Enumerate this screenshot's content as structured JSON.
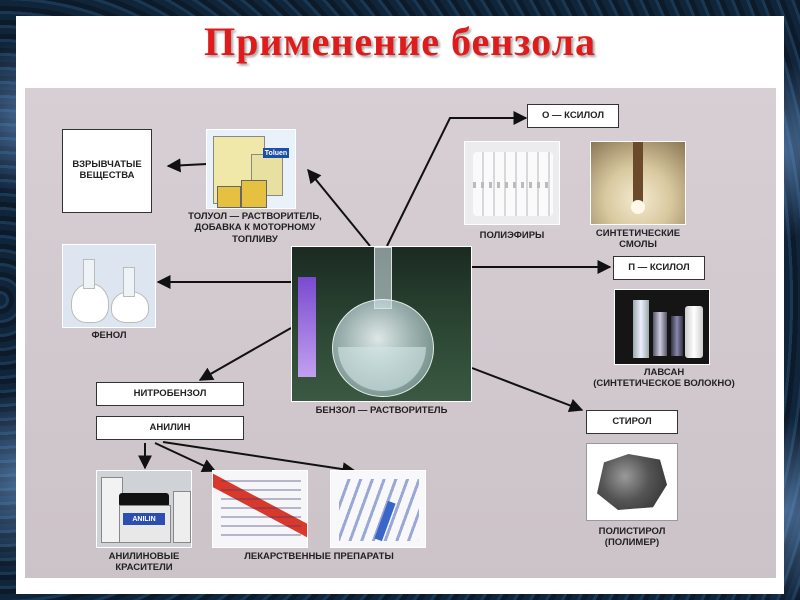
{
  "title": "Применение бензола",
  "center": {
    "label": "БЕНЗОЛ — РАСТВОРИТЕЛЬ"
  },
  "explosives": {
    "label": "ВЗРЫВЧАТЫЕ ВЕЩЕСТВА"
  },
  "toluene": {
    "label_lines": [
      "ТОЛУОЛ — РАСТВОРИТЕЛЬ,",
      "ДОБАВКА К МОТОРНОМУ",
      "ТОПЛИВУ"
    ],
    "can_text": "Toluen"
  },
  "o_xylene": {
    "label": "О — КСИЛОЛ"
  },
  "polyesters": {
    "label": "ПОЛИЭФИРЫ"
  },
  "resins": {
    "label_lines": [
      "СИНТЕТИЧЕСКИЕ",
      "СМОЛЫ"
    ]
  },
  "phenol": {
    "label": "ФЕНОЛ"
  },
  "p_xylene": {
    "label": "П — КСИЛОЛ"
  },
  "lavsan": {
    "label_lines": [
      "ЛАВСАН",
      "(СИНТЕТИЧЕСКОЕ ВОЛОКНО)"
    ]
  },
  "nitrobenzene": {
    "label": "НИТРОБЕНЗОЛ"
  },
  "aniline": {
    "label": "АНИЛИН"
  },
  "styrene": {
    "label": "СТИРОЛ"
  },
  "polystyrene": {
    "label_lines": [
      "ПОЛИСТИРОЛ",
      "(ПОЛИМЕР)"
    ]
  },
  "dyes": {
    "label_lines": [
      "АНИЛИНОВЫЕ",
      "КРАСИТЕЛИ"
    ],
    "jar_text": "ANILIN"
  },
  "medicines": {
    "label": "ЛЕКАРСТВЕННЫЕ ПРЕПАРАТЫ"
  },
  "colors": {
    "title": "#e01b1b",
    "panel": "#d2cacf",
    "arrow": "#111111"
  }
}
